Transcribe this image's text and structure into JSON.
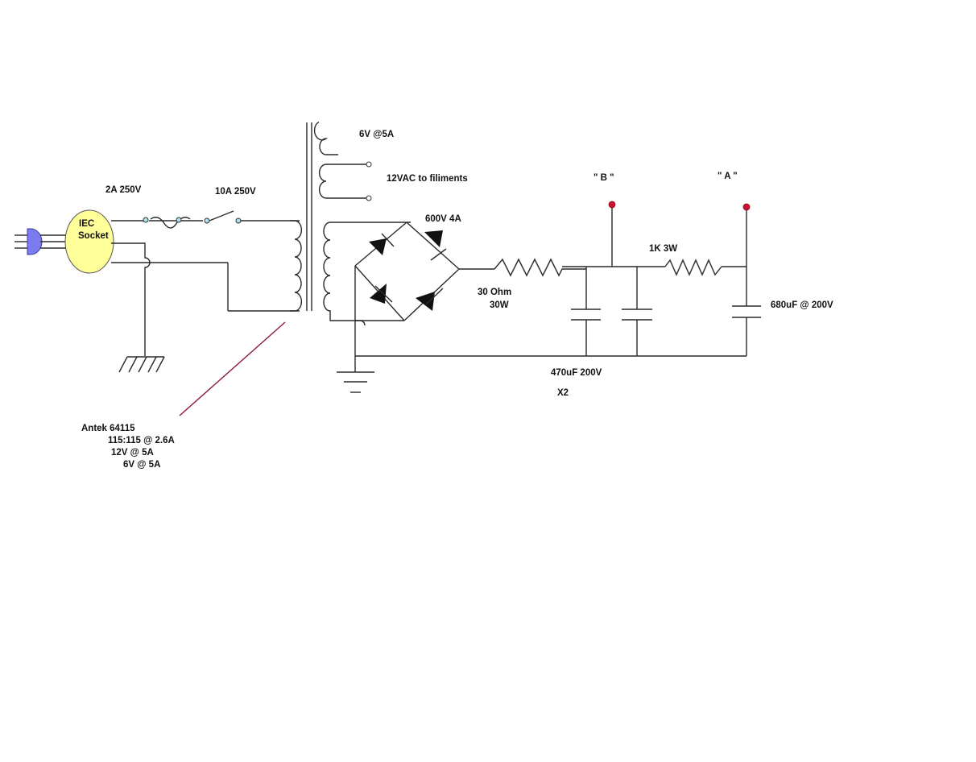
{
  "labels": {
    "iec_line1": "IEC",
    "iec_line2": "Socket",
    "fuse_rating": "2A 250V",
    "switch_rating": "10A 250V",
    "secondary_6v": "6V @5A",
    "secondary_12v": "12VAC to filiments",
    "bridge_rating": "600V 4A",
    "resistor1_value": "30 Ohm",
    "resistor1_power": "30W",
    "tap_b": "\" B \"",
    "tap_a": "\" A \"",
    "resistor2": "1K  3W",
    "cap_single": "680uF @ 200V",
    "cap_pair": "470uF  200V",
    "cap_pair_qty": "X2",
    "transformer_model": "Antek 64115",
    "transformer_spec1": "115:115 @ 2.6A",
    "transformer_spec2": "12V @ 5A",
    "transformer_spec3": "6V @ 5A"
  },
  "colors": {
    "wire": "#2a2a2a",
    "iec_fill": "#ffff99",
    "plug_fill": "#7b7bef",
    "terminal_dot": "#cc1133",
    "pointer_line": "#8b1a3a",
    "contact_fill": "#aee0ee"
  }
}
